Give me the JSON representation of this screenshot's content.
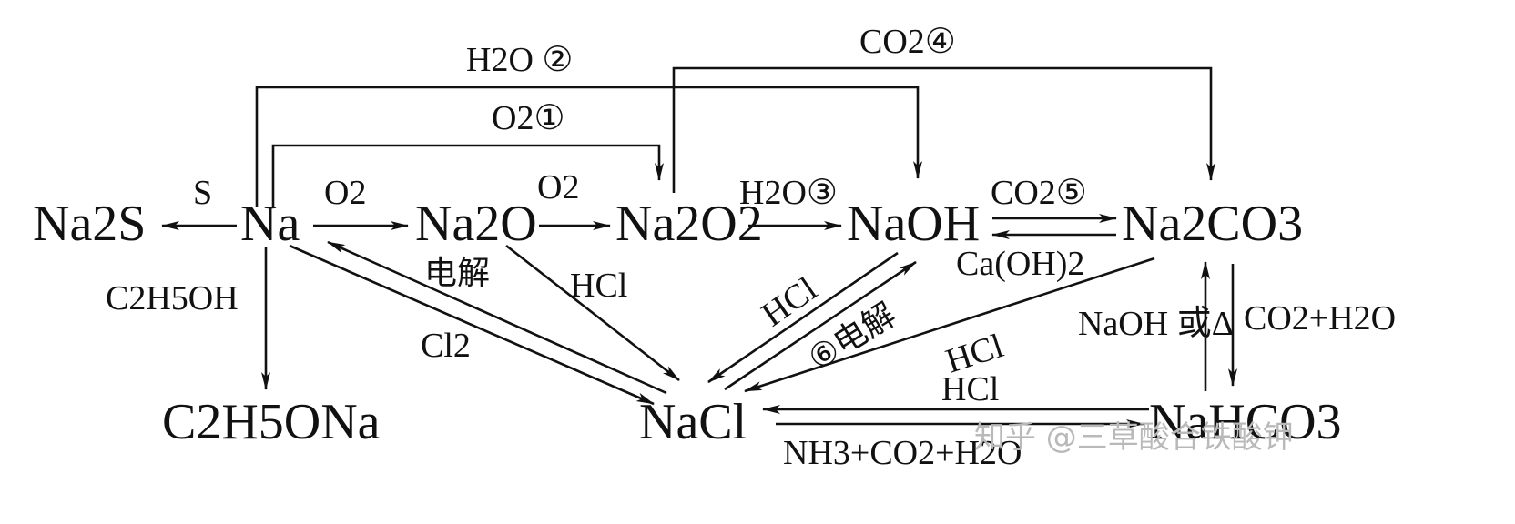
{
  "species": {
    "na2s": "Na2S",
    "na": "Na",
    "na2o": "Na2O",
    "na2o2": "Na2O2",
    "naoh": "NaOH",
    "na2co3": "Na2CO3",
    "c2h5ona": "C2H5ONa",
    "nacl": "NaCl",
    "nahco3": "NaHCO3"
  },
  "labels": {
    "s": "S",
    "o2_na_na2o": "O2",
    "o2_na2o_na2o2": "O2",
    "h2o_3": "H2O③",
    "o2_1": "O2①",
    "h2o_2": "H2O ②",
    "co2_4": "CO2④",
    "co2_5": "CO2⑤",
    "caoh2": "Ca(OH)2",
    "c2h5oh": "C2H5OH",
    "electrolysis": "电解",
    "hcl_na2o": "HCl",
    "cl2": "Cl2",
    "hcl_naoh": "HCl",
    "electrolysis_6": "⑥电解",
    "hcl_na2co3": "HCl",
    "naoh_or_heat": "NaOH 或Δ",
    "co2_h2o": "CO2+H2O",
    "hcl_nahco3": "HCl",
    "nh3_co2_h2o": "NH3+CO2+H2O"
  },
  "watermark": "知乎 @三草酸合铁酸钾"
}
